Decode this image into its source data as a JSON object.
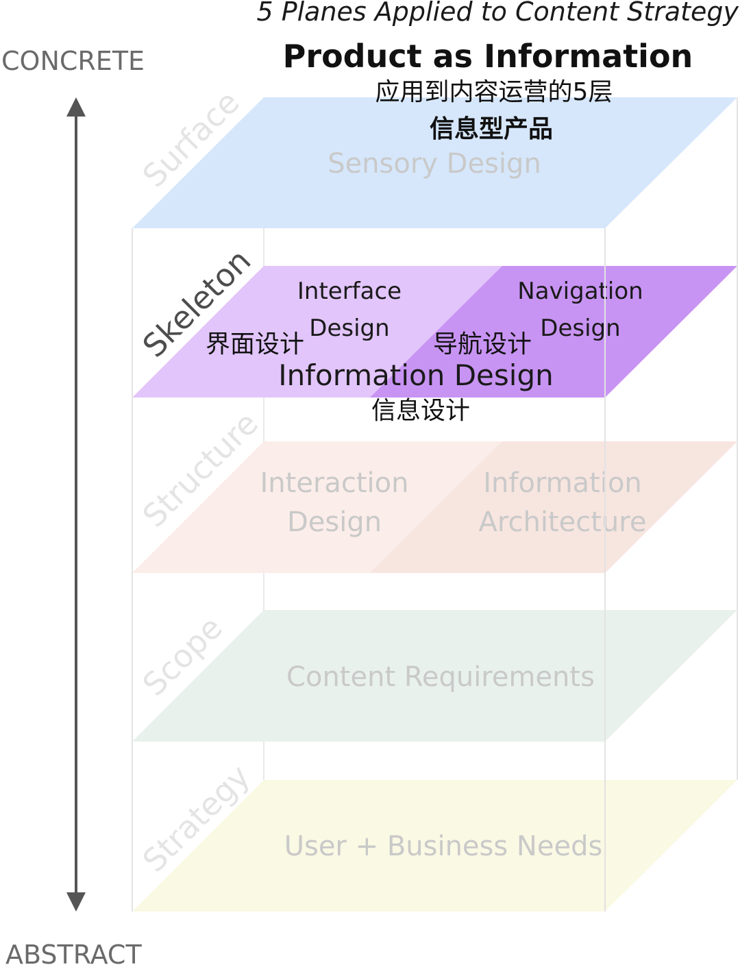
{
  "title": {
    "en": "5 Planes Applied to Content Strategy",
    "subtitle_en": "Product as Information",
    "cn": "应用到内容运营的5层",
    "subtitle_cn": "信息型产品"
  },
  "axis": {
    "top_label": "CONCRETE",
    "bottom_label": "ABSTRACT"
  },
  "planes": {
    "surface": {
      "name": "Surface",
      "content": "Sensory Design",
      "color": "#d6e7fb"
    },
    "skeleton": {
      "name": "Skeleton",
      "left_line1": "Interface",
      "left_line2": "Design",
      "left_cn": "界面设计",
      "right_line1": "Navigation",
      "right_line2": "Design",
      "right_cn": "导航设计",
      "bottom": "Information Design",
      "bottom_cn": "信息设计",
      "color_left": "#e2c5fa",
      "color_right": "#c894f3"
    },
    "structure": {
      "name": "Structure",
      "left_line1": "Interaction",
      "left_line2": "Design",
      "right_line1": "Information",
      "right_line2": "Architecture",
      "color": "#fbede9"
    },
    "scope": {
      "name": "Scope",
      "content": "Content Requirements",
      "color": "#e9f1ed"
    },
    "strategy": {
      "name": "Strategy",
      "content": "User + Business Needs",
      "color": "#f9f9e4"
    }
  }
}
